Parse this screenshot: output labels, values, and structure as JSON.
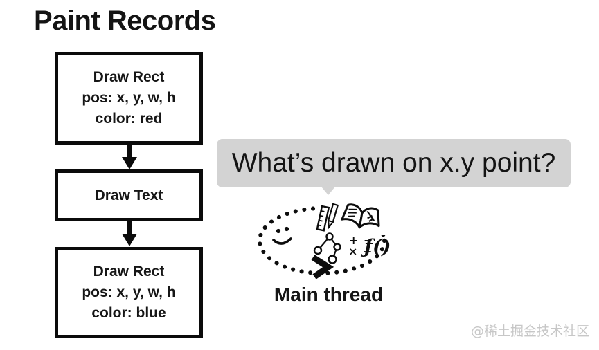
{
  "title": "Paint Records",
  "flowchart": {
    "boxes": [
      {
        "lines": [
          "Draw Rect",
          "pos: x, y, w, h",
          "color: red"
        ]
      },
      {
        "lines": [
          "Draw Text"
        ]
      },
      {
        "lines": [
          "Draw Rect",
          "pos: x, y, w, h",
          "color: blue"
        ]
      }
    ]
  },
  "speech_bubble": {
    "text": "What’s drawn on x.y point?",
    "bg_color": "#d3d3d3"
  },
  "doodle": {
    "label": "Main thread",
    "math_row_1": "+ −",
    "math_row_2": "× ÷",
    "function_text": "ƒ()"
  },
  "watermark": "@稀土掘金技术社区",
  "colors": {
    "background": "#ffffff",
    "ink": "#0d0d0d",
    "bubble_bg": "#d3d3d3",
    "watermark_gray": "#c7c7c7"
  }
}
